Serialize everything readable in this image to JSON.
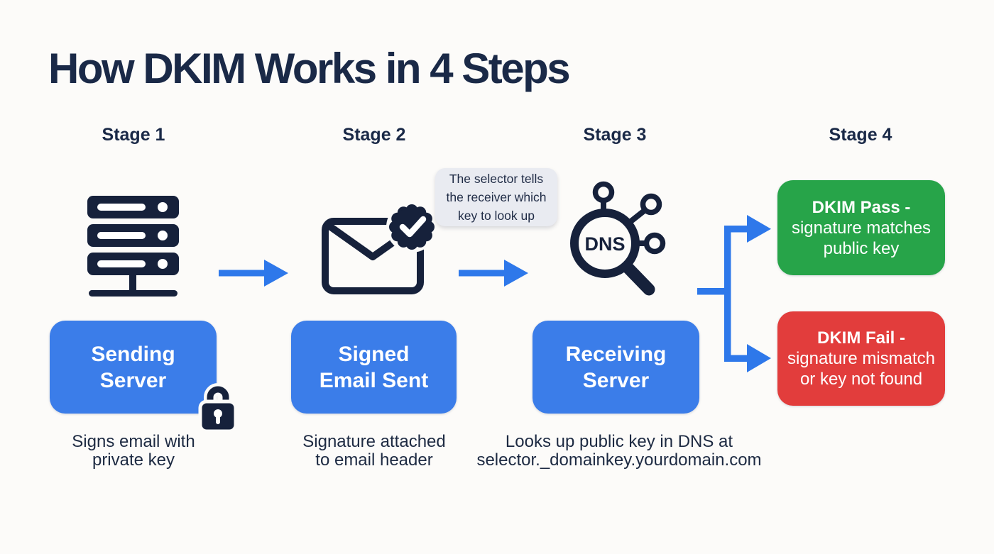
{
  "title": "How DKIM Works in 4 Steps",
  "stages": [
    {
      "label": "Stage 1",
      "icon": "server-icon",
      "box_line1": "Sending",
      "box_line2": "Server",
      "caption_line1": "Signs email with",
      "caption_line2": "private key"
    },
    {
      "label": "Stage 2",
      "icon": "signed-email-icon",
      "box_line1": "Signed",
      "box_line2": "Email Sent",
      "caption_line1": "Signature attached",
      "caption_line2": "to email header"
    },
    {
      "label": "Stage 3",
      "icon": "dns-lookup-icon",
      "icon_label": "DNS",
      "box_line1": "Receiving",
      "box_line2": "Server",
      "caption_line1": "Looks up public key in DNS at",
      "caption_line2": "selector._domainkey.yourdomain.com"
    },
    {
      "label": "Stage 4"
    }
  ],
  "tooltip": {
    "line1": "The selector tells",
    "line2": "the receiver which",
    "line3": "key to look up"
  },
  "outcomes": {
    "pass": {
      "title": "DKIM Pass -",
      "line2": "signature matches",
      "line3": "public key",
      "color": "#27a449"
    },
    "fail": {
      "title": "DKIM Fail -",
      "line2": "signature mismatch",
      "line3": "or key not found",
      "color": "#e23d3c"
    }
  },
  "colors": {
    "background": "#fcfbf9",
    "dark_navy_text": "#1a2947",
    "icon_navy": "#16213b",
    "box_blue": "#3b7de9",
    "arrow_blue": "#2e78ea",
    "tooltip_bg": "#e9ebf1",
    "pass_green": "#27a449",
    "fail_red": "#e23d3c"
  }
}
